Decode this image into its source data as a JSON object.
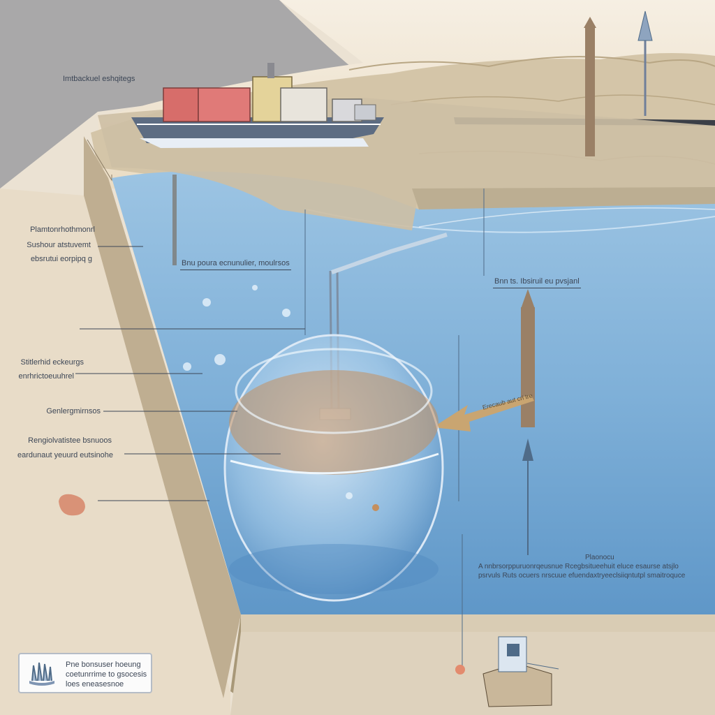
{
  "top_label": "Imtbackuel eshqitegs",
  "left_labels": {
    "group1": [
      "Plamtonrhothmonrl",
      "Sushour atstuvemt",
      "ebsrutui eorpipq g"
    ],
    "group2": [
      "Stitlerhid eckeurgs",
      "enrhrictoeuuhrel"
    ],
    "single": "Genlergmirnsos",
    "group3": [
      "Rengiolvatistee bsnuoos",
      "eardunaut yeuurd eutsinohe"
    ]
  },
  "mid_label": "Bnu poura ecnunulier, moulrsos",
  "right_label": "Bnn ts. Ibsiruil eu pvsjanl",
  "arrow_label": "Erecaub aut cri tre",
  "bottom_right_title": "Plaonocu",
  "bottom_right_text": [
    "A nnbrsorppuruonrqeusnue Rcegbsitueehuit eluce esaurse atsjlo",
    "psrvuls Ruts ocuers nrscuue efuendaxtryeeclsiiqntutpl smaitroquce"
  ],
  "caption": {
    "lines": [
      "Pne bonsuser hoeung",
      "coetunrrime to gsocesis",
      "loes  eneasesnoe"
    ],
    "icon": "sensor-icon"
  },
  "colors": {
    "water": "#7fb0d8",
    "sand": "#e7dccb",
    "soil": "#cfc1a6",
    "sky": "#f3eadb",
    "arrow_accent": "#c9a571",
    "container_red": "#d76d6a",
    "container_yellow": "#e4d39a"
  }
}
